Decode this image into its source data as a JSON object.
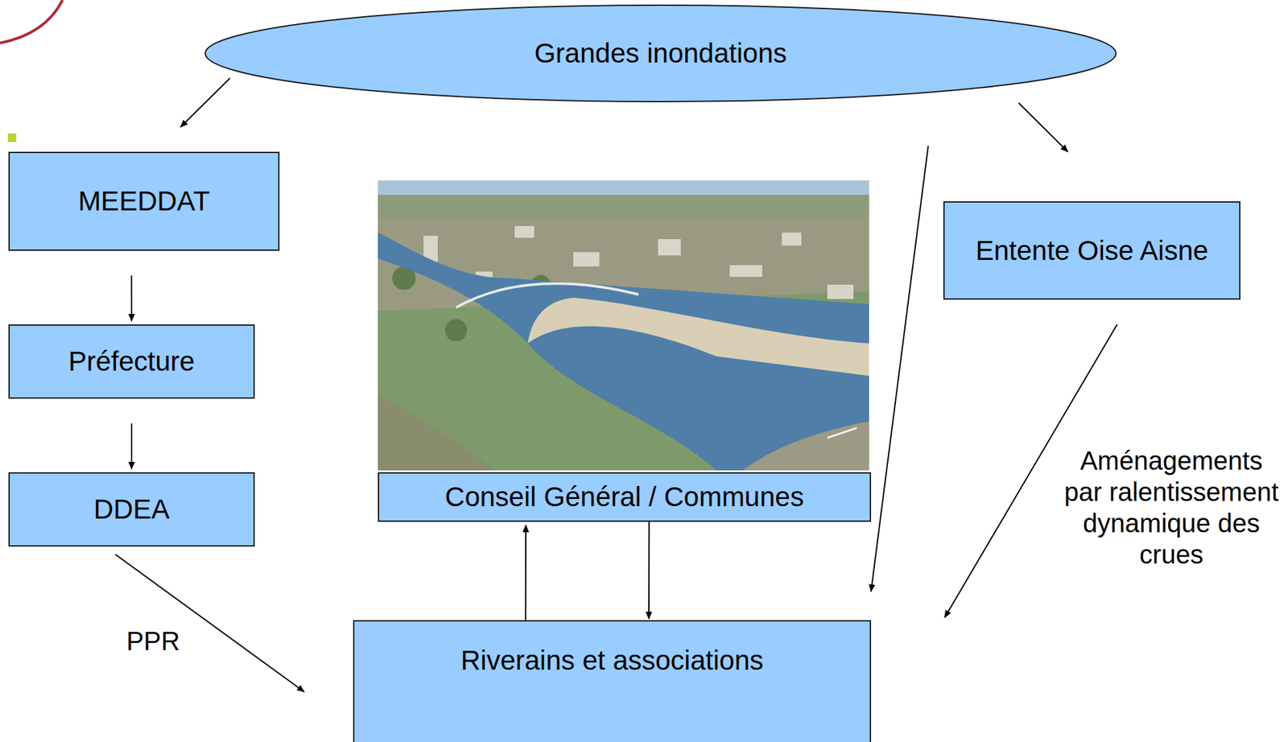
{
  "diagram": {
    "nodes": [
      {
        "text": [
          "Grandes inondations"
        ]
      },
      {
        "text": [
          "MEEDDAT"
        ]
      },
      {
        "text": [
          "Préfecture"
        ]
      },
      {
        "text": [
          "DDEA"
        ]
      },
      {
        "text": [
          "Conseil Général / Communes"
        ]
      },
      {
        "text": [
          "Entente Oise Aisne"
        ]
      },
      {
        "text": [
          "Riverains et associations"
        ]
      }
    ],
    "edges": [
      {
        "from": 0,
        "to": 1,
        "arrow": "to"
      },
      {
        "from": 0,
        "to": 5,
        "arrow": "to"
      },
      {
        "from": 0,
        "to": 6,
        "arrow": "to"
      },
      {
        "from": 1,
        "to": 2,
        "arrow": "to"
      },
      {
        "from": 2,
        "to": 3,
        "arrow": "to"
      },
      {
        "from": 3,
        "to": 6,
        "label": "PPR",
        "arrow": "to"
      },
      {
        "from": 5,
        "to": 6,
        "label": "Aménagements par ralentissement dynamique des crues",
        "arrow": "to"
      },
      {
        "from": 6,
        "to": 4,
        "arrow": "to"
      },
      {
        "from": 4,
        "to": 6,
        "arrow": "to"
      }
    ]
  }
}
